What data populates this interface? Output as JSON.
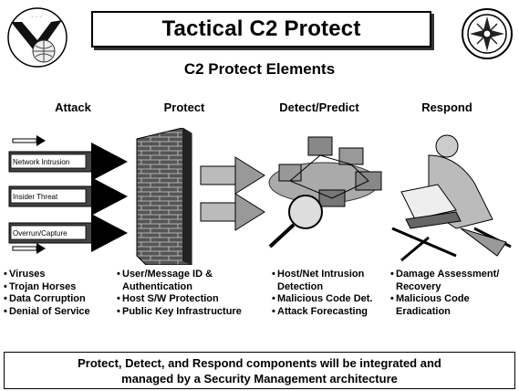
{
  "title": "Tactical C2 Protect",
  "subtitle": "C2 Protect Elements",
  "columns": [
    {
      "heading": "Attack"
    },
    {
      "heading": "Protect"
    },
    {
      "heading": "Detect/Predict"
    },
    {
      "heading": "Respond"
    }
  ],
  "attack_arrows": [
    "Network Intrusion",
    "Insider Threat",
    "Overrun/Capture"
  ],
  "bullets": {
    "attack": [
      "Viruses",
      "Trojan Horses",
      "Data Corruption",
      "Denial of Service"
    ],
    "protect": [
      "User/Message ID &",
      "Authentication",
      "Host S/W Protection",
      "Public Key Infrastructure"
    ],
    "detect": [
      "Host/Net Intrusion",
      "Detection",
      "Malicious Code Det.",
      "Attack Forecasting"
    ],
    "respond": [
      "Damage Assessment/",
      "Recovery",
      "Malicious Code",
      "Eradication"
    ]
  },
  "footer": {
    "line1": "Protect, Detect, and Respond components will be integrated and",
    "line2": "managed by a Security Management architecture"
  },
  "icons": [
    "army-seal-icon",
    "compass-emblem-icon",
    "firewall-brick-icon",
    "network-computers-icon",
    "magnifier-icon",
    "soldier-laptop-icon"
  ]
}
